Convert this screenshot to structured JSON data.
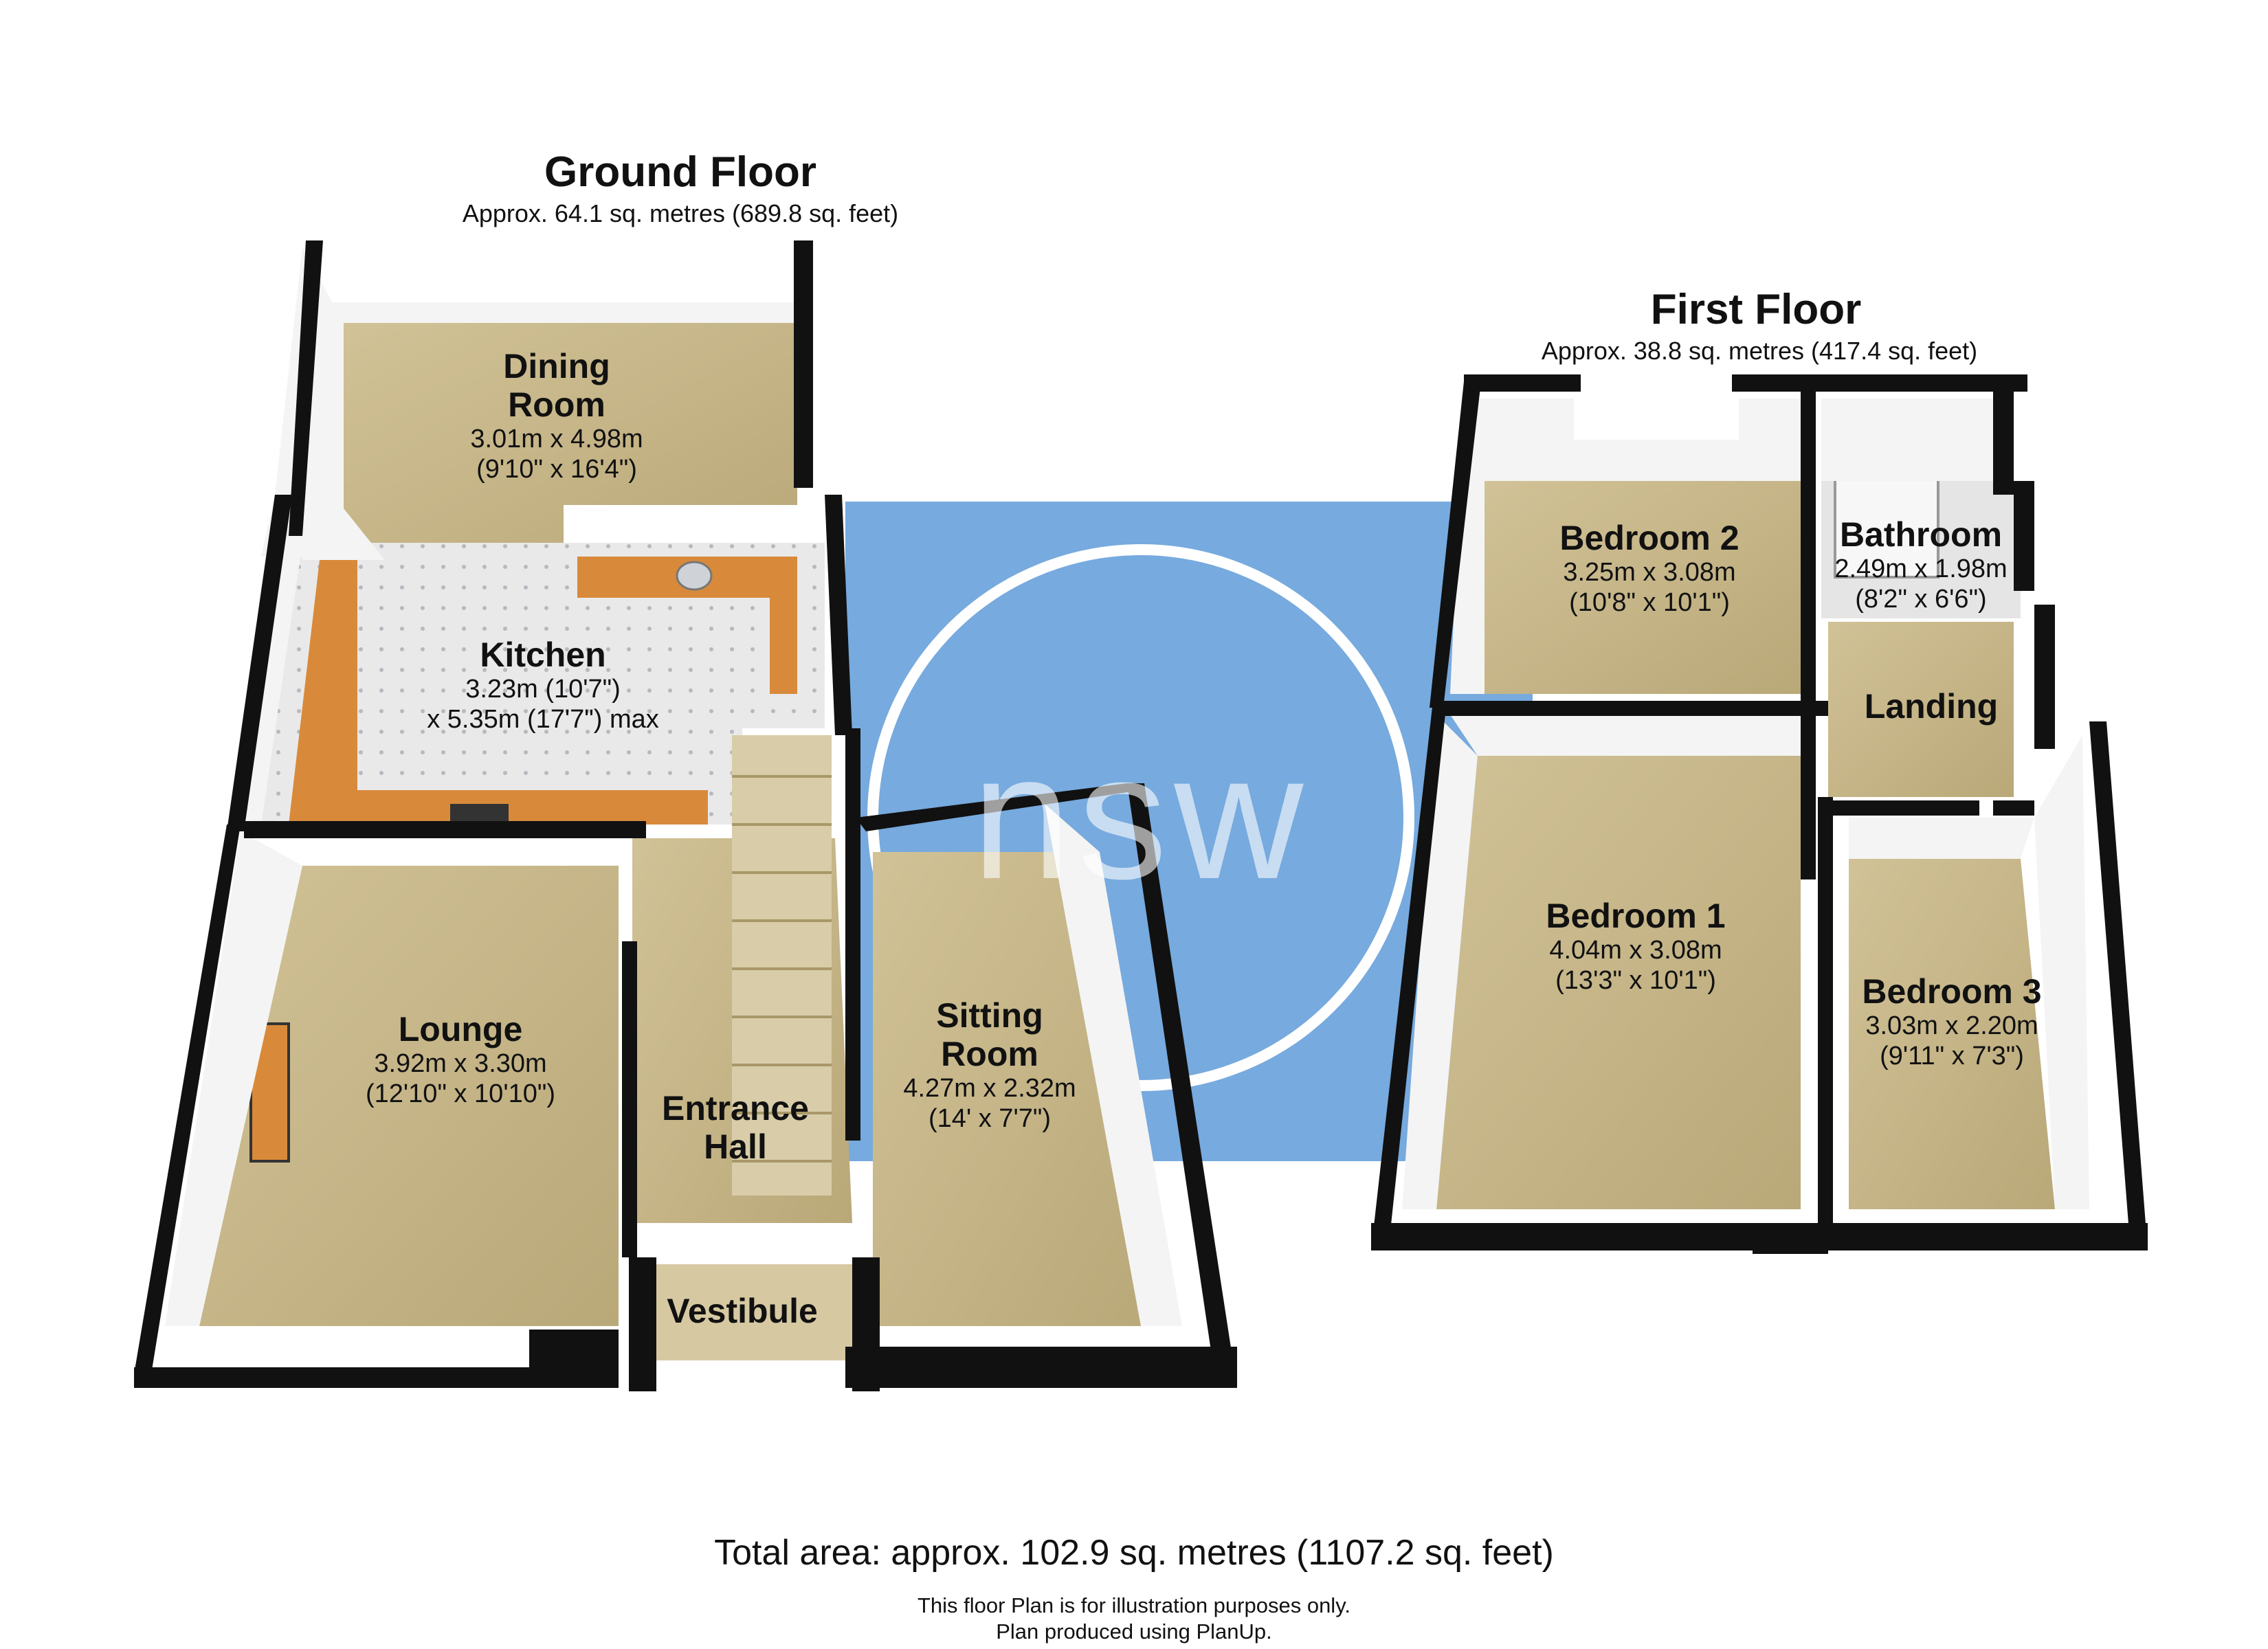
{
  "ground_floor": {
    "title": "Ground Floor",
    "area": "Approx. 64.1 sq. metres (689.8 sq. feet)",
    "rooms": {
      "dining": {
        "name_1": "Dining",
        "name_2": "Room",
        "dim_m": "3.01m x 4.98m",
        "dim_ft": "(9'10\" x 16'4\")"
      },
      "kitchen": {
        "name": "Kitchen",
        "dim_1": "3.23m (10'7\")",
        "dim_2": "x 5.35m (17'7\") max"
      },
      "lounge": {
        "name": "Lounge",
        "dim_m": "3.92m x 3.30m",
        "dim_ft": "(12'10\" x 10'10\")"
      },
      "sitting": {
        "name_1": "Sitting",
        "name_2": "Room",
        "dim_m": "4.27m x 2.32m",
        "dim_ft": "(14' x 7'7\")"
      },
      "entrance": {
        "name_1": "Entrance",
        "name_2": "Hall"
      },
      "vestibule": {
        "name": "Vestibule"
      }
    }
  },
  "first_floor": {
    "title": "First Floor",
    "area": "Approx. 38.8 sq. metres (417.4 sq. feet)",
    "rooms": {
      "bed2": {
        "name": "Bedroom 2",
        "dim_m": "3.25m x 3.08m",
        "dim_ft": "(10'8\" x 10'1\")"
      },
      "bath": {
        "name": "Bathroom",
        "dim_m": "2.49m x 1.98m",
        "dim_ft": "(8'2\" x 6'6\")"
      },
      "landing": {
        "name": "Landing"
      },
      "bed1": {
        "name": "Bedroom 1",
        "dim_m": "4.04m x 3.08m",
        "dim_ft": "(13'3\" x 10'1\")"
      },
      "bed3": {
        "name": "Bedroom 3",
        "dim_m": "3.03m x 2.20m",
        "dim_ft": "(9'11\" x 7'3\")"
      }
    }
  },
  "watermark": "nsw",
  "total_area": "Total area: approx. 102.9 sq. metres (1107.2 sq. feet)",
  "disclaimer_1": "This floor Plan is for illustration purposes only.",
  "disclaimer_2": "Plan produced using PlanUp.",
  "colors": {
    "floor": "#c9b98d",
    "wall": "#111111",
    "wall_inner": "#f4f4f4",
    "kitchen_unit": "#d88a3a",
    "watermark": "#1e73c8"
  }
}
